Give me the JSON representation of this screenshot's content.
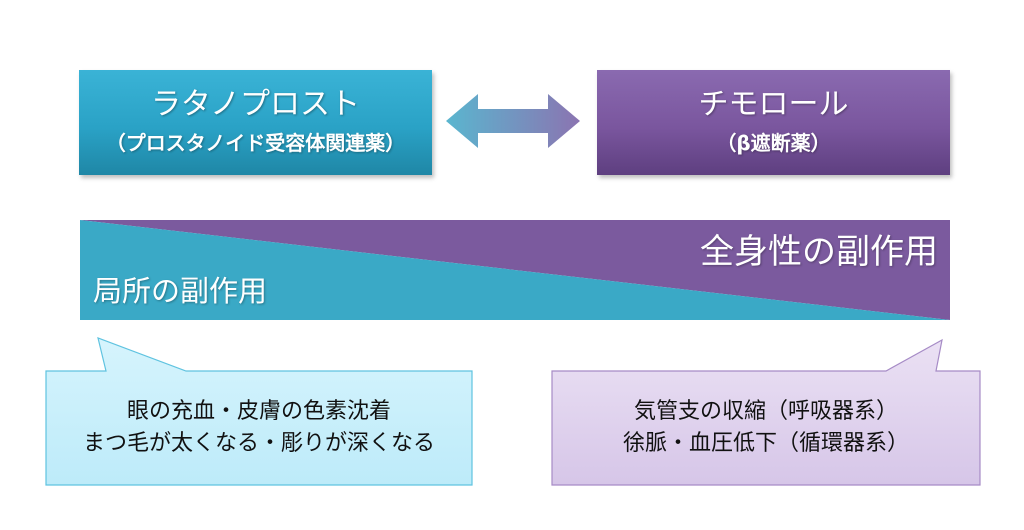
{
  "drugs": {
    "left": {
      "name": "ラタノプロスト",
      "category": "（プロスタノイド受容体関連薬）"
    },
    "right": {
      "name": "チモロール",
      "category": "（β遮断薬）"
    }
  },
  "comparison": {
    "local_label": "局所の副作用",
    "systemic_label": "全身性の副作用"
  },
  "side_effects": {
    "local": [
      "眼の充血・皮膚の色素沈着",
      "まつ毛が太くなる・彫りが深くなる"
    ],
    "systemic": [
      "気管支の収縮（呼吸器系）",
      "徐脈・血圧低下（循環器系）"
    ]
  },
  "colors": {
    "teal": "#2aa2c6",
    "purple": "#7a569e",
    "callout_left_fill": "#c9f0fb",
    "callout_right_fill": "#e0d2ee"
  }
}
